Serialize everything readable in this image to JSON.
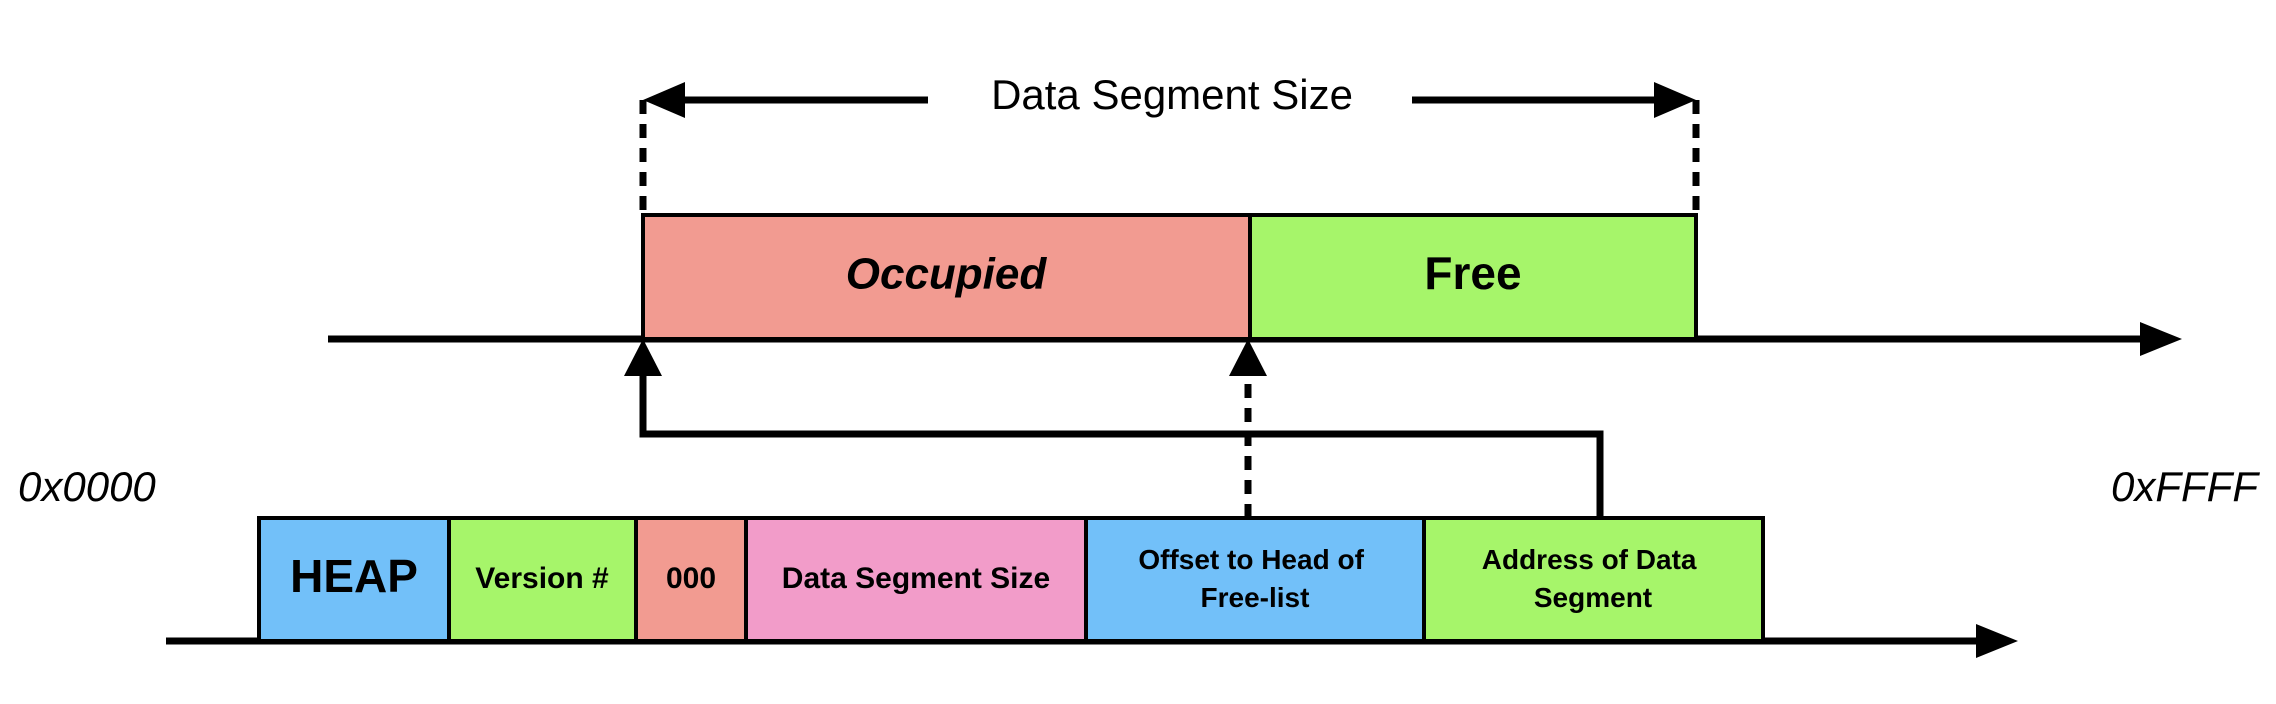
{
  "top_bar": {
    "dimension_label": "Data Segment Size",
    "segments": [
      {
        "label": "Occupied",
        "color": "#F29B91"
      },
      {
        "label": "Free",
        "color": "#A6F56A"
      }
    ]
  },
  "address_labels": {
    "start": "0x0000",
    "end": "0xFFFF"
  },
  "header_fields": [
    {
      "label": "HEAP",
      "color": "#72C0F9"
    },
    {
      "label": "Version #",
      "color": "#A6F56A"
    },
    {
      "label": "000",
      "color": "#F29B91"
    },
    {
      "label": "Data Segment Size",
      "color": "#F29CC9"
    },
    {
      "label_lines": [
        "Offset to Head of",
        "Free-list"
      ],
      "color": "#72C0F9"
    },
    {
      "label_lines": [
        "Address of Data",
        "Segment"
      ],
      "color": "#A6F56A"
    }
  ]
}
